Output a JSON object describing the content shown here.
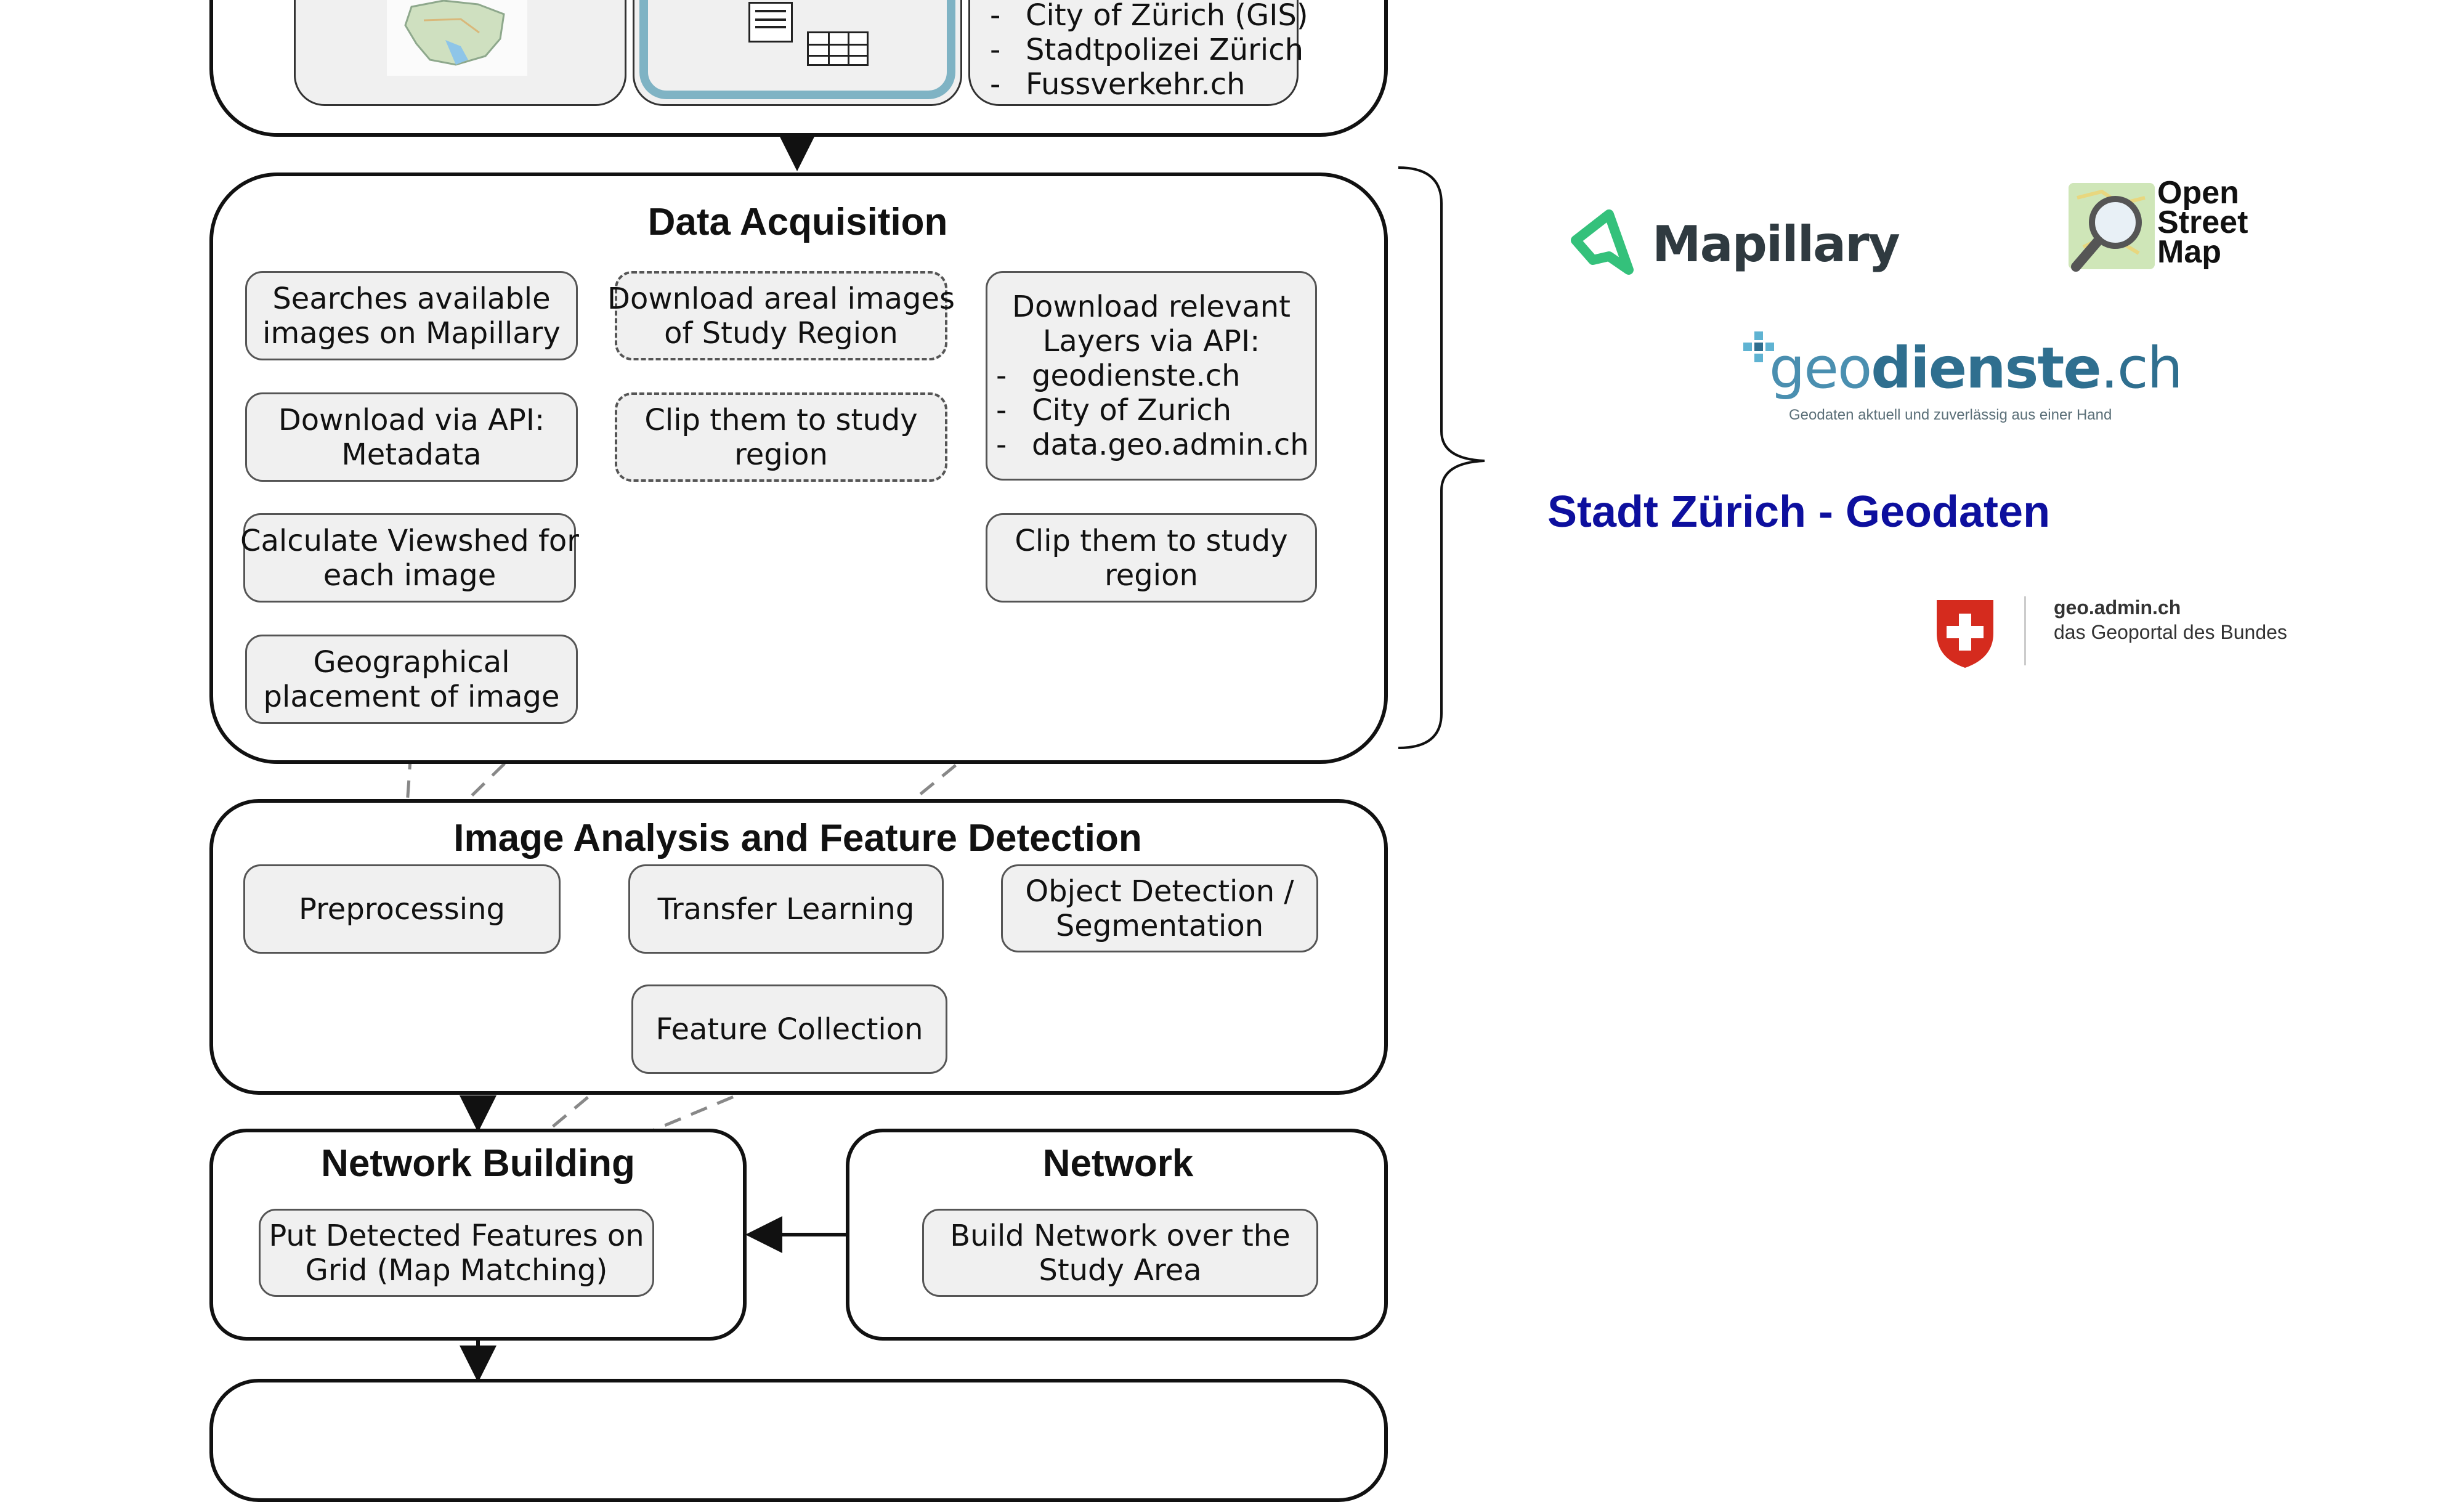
{
  "top_section": {
    "source_list": [
      "City of Zürich (GIS)",
      "Stadtpolizei Zürich",
      "Fussverkehr.ch"
    ]
  },
  "data_acquisition": {
    "title": "Data Acquisition",
    "col1": [
      "Searches available images on Mapillary",
      "Download via API: Metadata",
      "Calculate Viewshed for each image",
      "Geographical placement of image"
    ],
    "col1_lines": [
      [
        "Searches available",
        "images on Mapillary"
      ],
      [
        "Download via API:",
        "Metadata"
      ],
      [
        "Calculate Viewshed for",
        "each image"
      ],
      [
        "Geographical",
        "placement of image"
      ]
    ],
    "col2_lines": [
      [
        "Download areal images",
        "of Study Region"
      ],
      [
        "Clip them to study",
        "region"
      ]
    ],
    "col3_header": [
      "Download relevant",
      "Layers via API:"
    ],
    "col3_bullets": [
      "geodienste.ch",
      "City of Zurich",
      "data.geo.admin.ch"
    ],
    "col3_clip": [
      "Clip them to study",
      "region"
    ]
  },
  "image_analysis": {
    "title": "Image Analysis and Feature Detection",
    "preprocessing": "Preprocessing",
    "transfer_learning": "Transfer Learning",
    "object_detection": [
      "Object Detection /",
      "Segmentation"
    ],
    "feature_collection": "Feature Collection"
  },
  "network_building": {
    "title": "Network Building",
    "node": [
      "Put Detected Features on",
      "Grid (Map Matching)"
    ]
  },
  "network": {
    "title": "Network",
    "node": [
      "Build Network over the",
      "Study Area"
    ]
  },
  "logos": {
    "mapillary": "Mapillary",
    "osm": [
      "Open",
      "Street",
      "Map"
    ],
    "geodienste_prefix": "geo",
    "geodienste_main": "dienste",
    "geodienste_suffix": ".ch",
    "geodienste_tagline": "Geodaten aktuell und zuverlässig aus einer Hand",
    "stadt_zuerich": "Stadt Zürich - Geodaten",
    "geoadmin_line1": "geo.admin.ch",
    "geoadmin_line2": "das Geoportal des Bundes"
  },
  "colors": {
    "mapillary_green": "#34c17b",
    "geodienste_blue": "#2f6f8f",
    "stadt_blue": "#0d0f9e",
    "swiss_red": "#d52b1e",
    "highlight_border": "#7fb3c4"
  }
}
